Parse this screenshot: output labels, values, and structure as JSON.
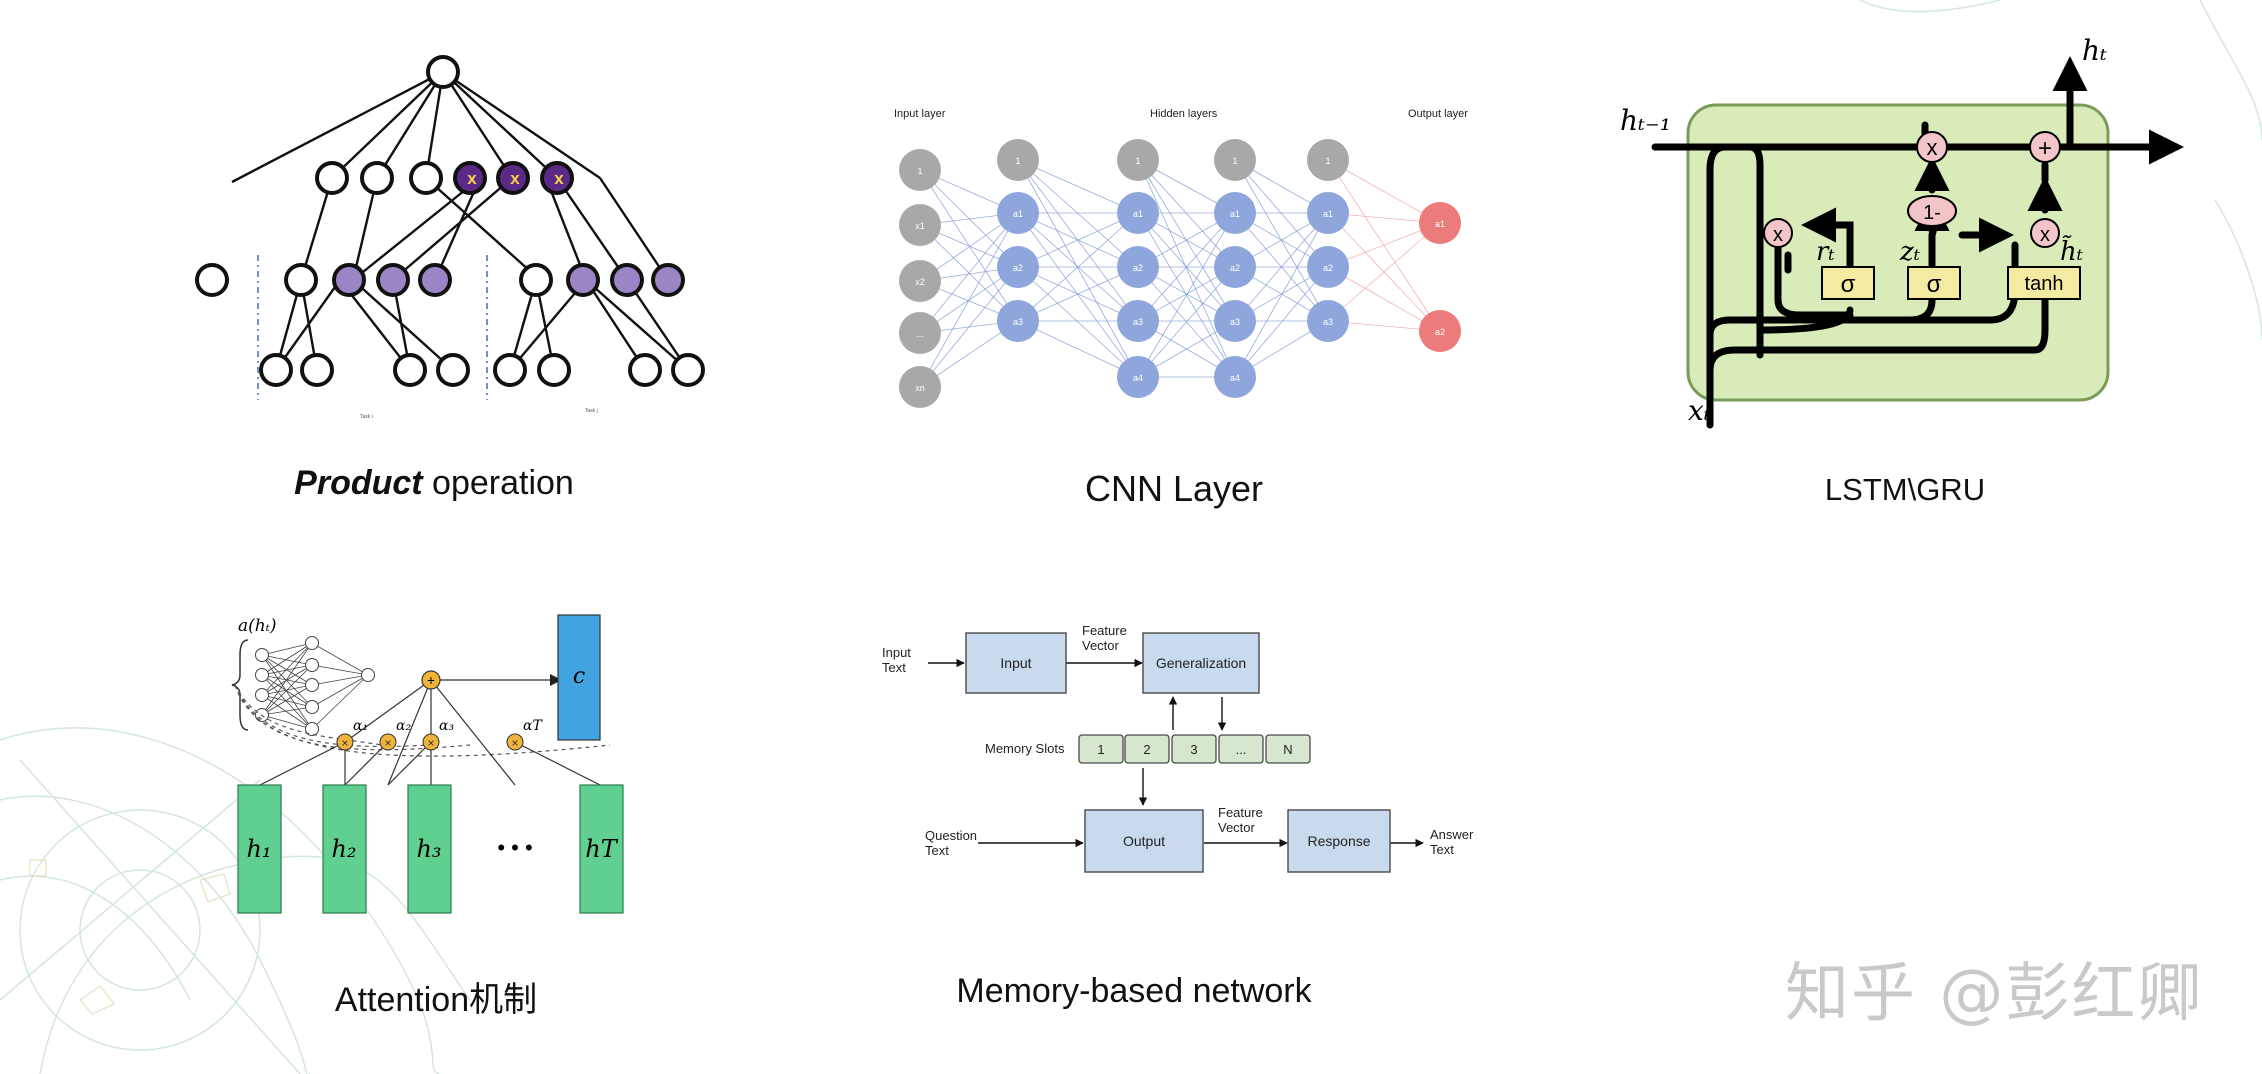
{
  "captions": {
    "product_bold": "Product",
    "product_rest": " operation",
    "cnn": "CNN Layer",
    "lstm": "LSTM\\GRU",
    "attention": "Attention机制",
    "memory": "Memory-based network"
  },
  "product_tree": {
    "node_x_mark": "x",
    "small_labels": [
      "Task i",
      "Task j"
    ]
  },
  "cnn": {
    "input_layer_label": "Input layer",
    "hidden_layers_label": "Hidden layers",
    "output_layer_label": "Output layer",
    "input_nodes": [
      "1",
      "x1",
      "x2",
      "...",
      "xn"
    ],
    "hidden_nodes_short": [
      "1",
      "a1",
      "a2",
      "a3"
    ],
    "hidden_nodes_long": [
      "1",
      "a1",
      "a2",
      "a3",
      "a4"
    ],
    "output_nodes": [
      "a1",
      "a2"
    ]
  },
  "lstm": {
    "h_t": "hₜ",
    "h_t_minus_1": "hₜ₋₁",
    "x_t": "xₜ",
    "r_t": "rₜ",
    "z_t": "zₜ",
    "h_tilde": "h̃ₜ",
    "times": "x",
    "plus": "+",
    "one_minus": "1-",
    "sigma": "σ",
    "tanh": "tanh"
  },
  "attention": {
    "a_label": "a(hₜ)",
    "c_label": "c",
    "alphas": [
      "α₁",
      "α₂",
      "α₃",
      "αT"
    ],
    "h_labels": [
      "h₁",
      "h₂",
      "h₃",
      "hT"
    ],
    "dots": "• • •"
  },
  "memory": {
    "input_text": [
      "Input",
      "Text"
    ],
    "input_box": "Input",
    "feature_vector_top": [
      "Feature",
      "Vector"
    ],
    "generalization": "Generalization",
    "memory_slots_label": "Memory Slots",
    "slots": [
      "1",
      "2",
      "3",
      "...",
      "N"
    ],
    "question_text": [
      "Question",
      "Text"
    ],
    "output_box": "Output",
    "feature_vector_bottom": [
      "Feature",
      "Vector"
    ],
    "response": "Response",
    "answer_text": [
      "Answer",
      "Text"
    ]
  },
  "watermark": "知乎 @彭红卿",
  "colors": {
    "purple_dark": "#5b2a86",
    "purple_light": "#9a86c4",
    "cnn_gray": "#a8a8a8",
    "cnn_blue": "#8fa6dc",
    "cnn_red": "#ec7b7b",
    "lstm_bg": "#d8ebb8",
    "lstm_gate": "#f4eaa2",
    "lstm_op": "#f3c5c8",
    "att_blue": "#41a4e0",
    "att_green": "#5fd08f",
    "att_orange": "#f0b43a",
    "mem_box": "#c9d9ee",
    "mem_slot": "#d6e6cf"
  }
}
